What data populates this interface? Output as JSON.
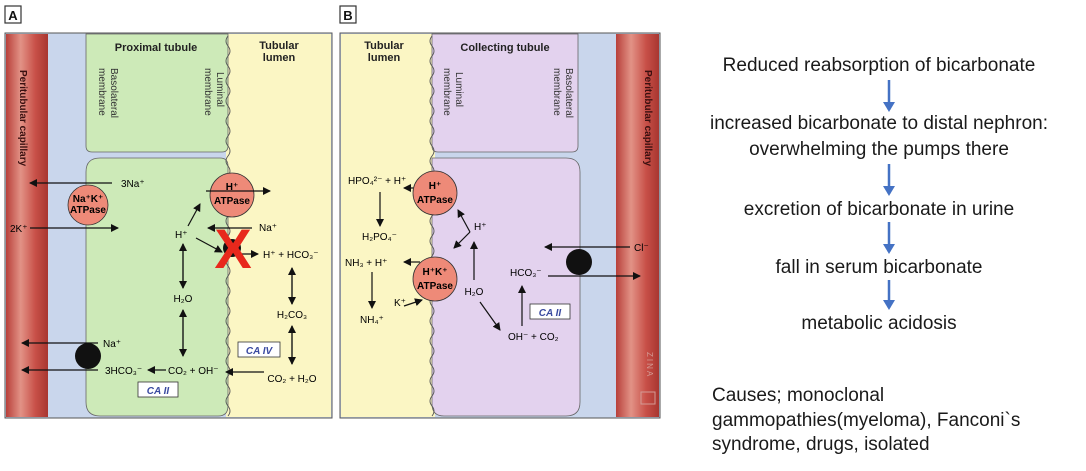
{
  "panels": {
    "a": {
      "letter": "A",
      "cell_title": "Proximal tubule",
      "lumen_title_1": "Tubular",
      "lumen_title_2": "lumen",
      "capillary_label": "Peritubular capillary",
      "basolateral_1": "Basolateral",
      "basolateral_2": "membrane",
      "luminal_1": "Luminal",
      "luminal_2": "membrane",
      "na_k_atpase_1": "Na⁺K⁺",
      "na_k_atpase_2": "ATPase",
      "three_na": "3Na⁺",
      "two_k": "2K⁺",
      "h_atpase_1": "H⁺",
      "h_atpase_2": "ATPase",
      "h_plus_cell": "H⁺",
      "na_in": "Na⁺",
      "h_hco3_lumen": "H⁺ + HCO₃⁻",
      "h2o": "H₂O",
      "h2co3": "H₂CO₃",
      "co2_h2o": "CO₂ + H₂O",
      "na_baso": "Na⁺",
      "three_hco3": "3HCO₃⁻",
      "co2_oh": "CO₂ + OH⁻",
      "ca_iv": "CA IV",
      "ca_ii": "CA II",
      "blocked_mark": "X"
    },
    "b": {
      "letter": "B",
      "lumen_title_1": "Tubular",
      "lumen_title_2": "lumen",
      "cell_title": "Collecting tubule",
      "luminal_1": "Luminal",
      "luminal_2": "membrane",
      "basolateral_1": "Basolateral",
      "basolateral_2": "membrane",
      "capillary_label": "Peritubular capillary",
      "hpo4_h": "HPO₄²⁻ + H⁺",
      "h2po4": "H₂PO₄⁻",
      "nh3_h": "NH₃ + H⁺",
      "nh4": "NH₄⁺",
      "h_atpase_1": "H⁺",
      "h_atpase_2": "ATPase",
      "hk_atpase_1": "H⁺K⁺",
      "hk_atpase_2": "ATPase",
      "h_plus_cell": "H⁺",
      "k_plus": "K⁺",
      "h2o": "H₂O",
      "hco3": "HCO₃⁻",
      "oh_co2": "OH⁻ + CO₂",
      "ca_ii": "CA II",
      "cl": "Cl⁻",
      "watermark": "ZINA"
    }
  },
  "flow": {
    "steps": [
      "Reduced reabsorption of bicarbonate",
      "increased bicarbonate to distal nephron:",
      "overwhelming the pumps there",
      "excretion of bicarbonate in urine",
      "fall in serum bicarbonate",
      "metabolic acidosis"
    ],
    "causes_lines": [
      "Causes; monoclonal",
      "gammopathies(myeloma), Fanconi`s",
      "syndrome, drugs, isolated"
    ]
  },
  "colors": {
    "capillary": "#c9504a",
    "capillary_light": "#e89c90",
    "interstitium": "#c9d6ec",
    "proximal_cell": "#cdeab8",
    "lumen": "#fbf6c4",
    "collecting_cell": "#e3d2ee",
    "pump": "#ee8a78",
    "flow_arrow": "#4472c4",
    "block_x": "#e8281c"
  }
}
